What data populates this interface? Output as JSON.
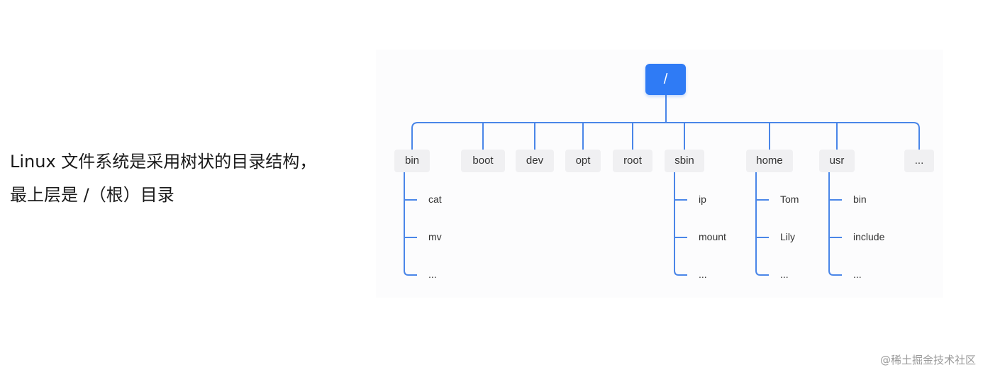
{
  "description": {
    "line1": "Linux 文件系统是采用树状的目录结构，",
    "line2": "最上层是 /（根）目录"
  },
  "tree": {
    "root": "/",
    "children": [
      {
        "label": "bin",
        "children": [
          "cat",
          "mv",
          "..."
        ]
      },
      {
        "label": "boot",
        "children": []
      },
      {
        "label": "dev",
        "children": []
      },
      {
        "label": "opt",
        "children": []
      },
      {
        "label": "root",
        "children": []
      },
      {
        "label": "sbin",
        "children": [
          "ip",
          "mount",
          "..."
        ]
      },
      {
        "label": "home",
        "children": [
          "Tom",
          "Lily",
          "..."
        ]
      },
      {
        "label": "usr",
        "children": [
          "bin",
          "include",
          "..."
        ]
      },
      {
        "label": "...",
        "children": []
      }
    ],
    "line_color": "#4a86e8",
    "root_color": "#2f7bf5"
  },
  "watermark": "@稀土掘金技术社区"
}
